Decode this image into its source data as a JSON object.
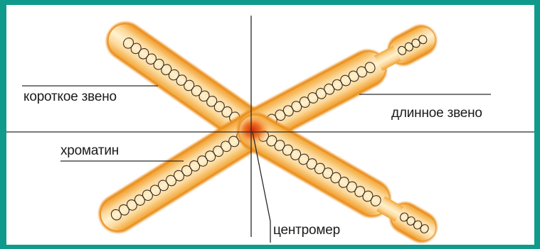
{
  "diagram": {
    "labels": {
      "short_arm": "короткое звено",
      "long_arm": "длинное звено",
      "chromatin": "хроматин",
      "centromere": "центромер"
    }
  }
}
